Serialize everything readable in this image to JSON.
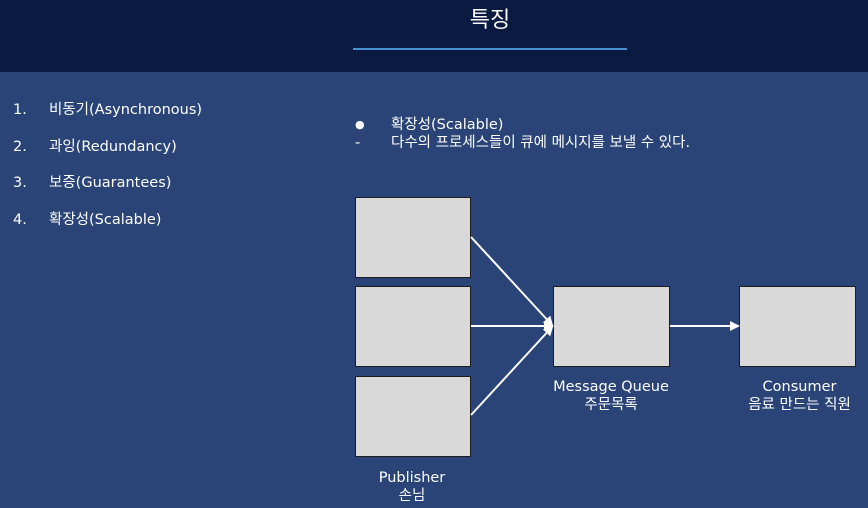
{
  "header": {
    "title": "특징"
  },
  "list": {
    "items": [
      {
        "num": "1.",
        "label": "비동기(Asynchronous)"
      },
      {
        "num": "2.",
        "label": "과잉(Redundancy)"
      },
      {
        "num": "3.",
        "label": "보증(Guarantees)"
      },
      {
        "num": "4.",
        "label": "확장성(Scalable)"
      }
    ]
  },
  "detail": {
    "bullet_mark": "●",
    "heading": "확장성(Scalable)",
    "dash_mark": "-",
    "description": "다수의 프로세스들이 큐에 메시지를 보낼 수 있다."
  },
  "diagram": {
    "publisher": {
      "label": "Publisher",
      "sub": "손님"
    },
    "queue": {
      "label": "Message Queue",
      "sub": "주문목록"
    },
    "consumer": {
      "label": "Consumer",
      "sub": "음료 만드는 직원"
    },
    "arrow_color": "#ffffff",
    "box_color": "#d9d9d9"
  }
}
